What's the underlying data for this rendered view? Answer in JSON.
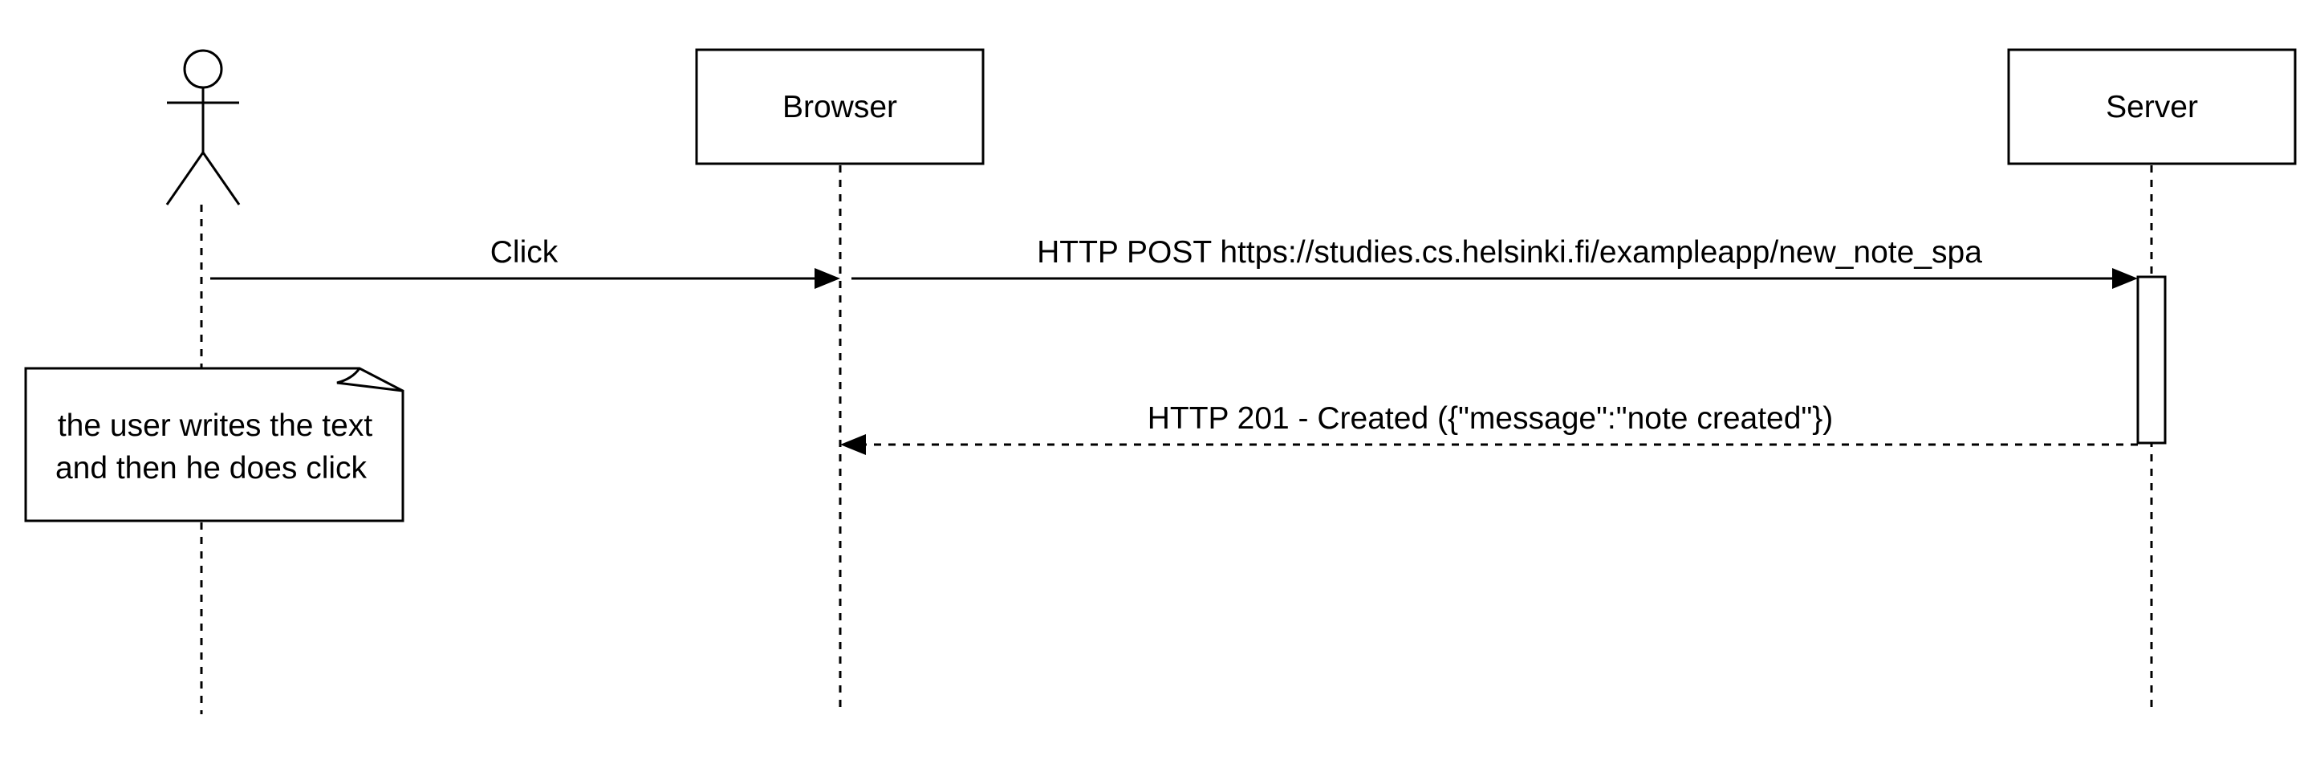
{
  "participants": {
    "user": {
      "label": "",
      "kind": "actor"
    },
    "browser": {
      "label": "Browser",
      "kind": "box"
    },
    "server": {
      "label": "Server",
      "kind": "box"
    }
  },
  "messages": [
    {
      "from": "user",
      "to": "browser",
      "label": "Click",
      "style": "solid"
    },
    {
      "from": "browser",
      "to": "server",
      "label": "HTTP POST https://studies.cs.helsinki.fi/exampleapp/new_note_spa",
      "style": "solid"
    },
    {
      "from": "server",
      "to": "browser",
      "label": "HTTP 201 - Created ({\"message\":\"note created\"})",
      "style": "dashed"
    }
  ],
  "note": {
    "attached_to": "user",
    "lines": [
      "the user writes the text",
      "and then he does click"
    ]
  },
  "colors": {
    "stroke": "#000000",
    "background": "#ffffff"
  }
}
